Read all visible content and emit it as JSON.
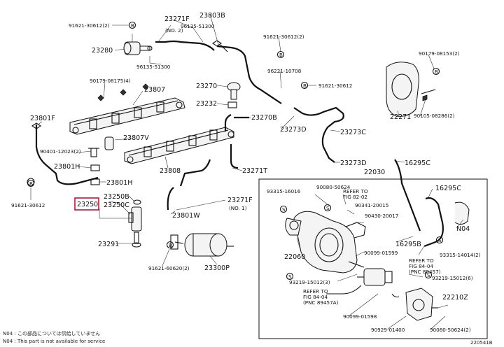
{
  "labels": {
    "l91621_30612_tl": "91621-30612(2)",
    "l23271F_2": "23271F",
    "l23271F_2_sub": "(NO. 2)",
    "l23803B": "23803B",
    "l96135_51300_a": "96135-51300",
    "l23280": "23280",
    "l96135_51300_b": "96135-51300",
    "l91621_30612_tr": "91621-30612(2)",
    "l90179_08153": "90179-08153(2)",
    "l96221_10708": "96221-10708",
    "l90179_08175": "90179-08175(4)",
    "l23807": "23807",
    "l23270": "23270",
    "l91621_30612_mid": "91621-30612",
    "l23232": "23232",
    "l23270B": "23270B",
    "l22271": "22271",
    "l90105_08286": "90105-08286(2)",
    "l23801F": "23801F",
    "l23807V": "23807V",
    "l23273D_a": "23273D",
    "l23273C": "23273C",
    "l90401_12023": "90401-12023(2)",
    "l23808": "23808",
    "l23273D_b": "23273D",
    "l16295C_a": "16295C",
    "l23801H_a": "23801H",
    "l23271T": "23271T",
    "l22030": "22030",
    "l23801H_b": "23801H",
    "l93315_16016": "93315-16016",
    "l90080_50624_a": "90080-50624",
    "l16295C_b": "16295C",
    "l91621_30612_bl": "91621-30612",
    "l23250B": "23250B",
    "l23271F_1": "23271F",
    "l23271F_1_sub": "(NO. 1)",
    "l23250": "23250",
    "l23250C": "23250C",
    "l_refer_82": "REFER TO",
    "l_fig_82": "FIG 82-02",
    "l90341_20015": "90341-20015",
    "l90430_20017": "90430-20017",
    "l23801W": "23801W",
    "l16295B": "16295B",
    "l22060": "22060",
    "l90099_01599": "90099-01599",
    "l93315_14014": "93315-14014(2)",
    "l23291": "23291",
    "l_refer_84_a": "REFER TO",
    "l_fig_84_a": "FIG 84-04",
    "l_pnc_a": "(PNC 89457)",
    "l93219_15012_a": "93219-15012(3)",
    "l93219_15012_b": "93219-15012(6)",
    "l91621_60620": "91621-60620(2)",
    "l23300P": "23300P",
    "l_refer_84_b": "REFER TO",
    "l_fig_84_b": "FIG 84-04",
    "l_pnc_b": "(PNC 89457A)",
    "l22210Z": "22210Z",
    "l90099_01598": "90099-01598",
    "l90929_01400": "90929-01400",
    "l90080_50624_b": "90080-50624(2)",
    "lN04": "N04",
    "lB1": "B",
    "lB2": "B",
    "lB3": "B",
    "lB4": "B",
    "lB5": "B",
    "lB6": "B",
    "lS1": "S",
    "lS2": "S",
    "lS3": "S",
    "lS4": "S",
    "lS5": "S"
  },
  "footer": {
    "note_jp": "N04 : この部品については供給していません",
    "note_en": "N04 : This part is not available for service",
    "code": "220541B"
  },
  "highlight": {
    "part": "23250",
    "color": "#c0152f"
  }
}
